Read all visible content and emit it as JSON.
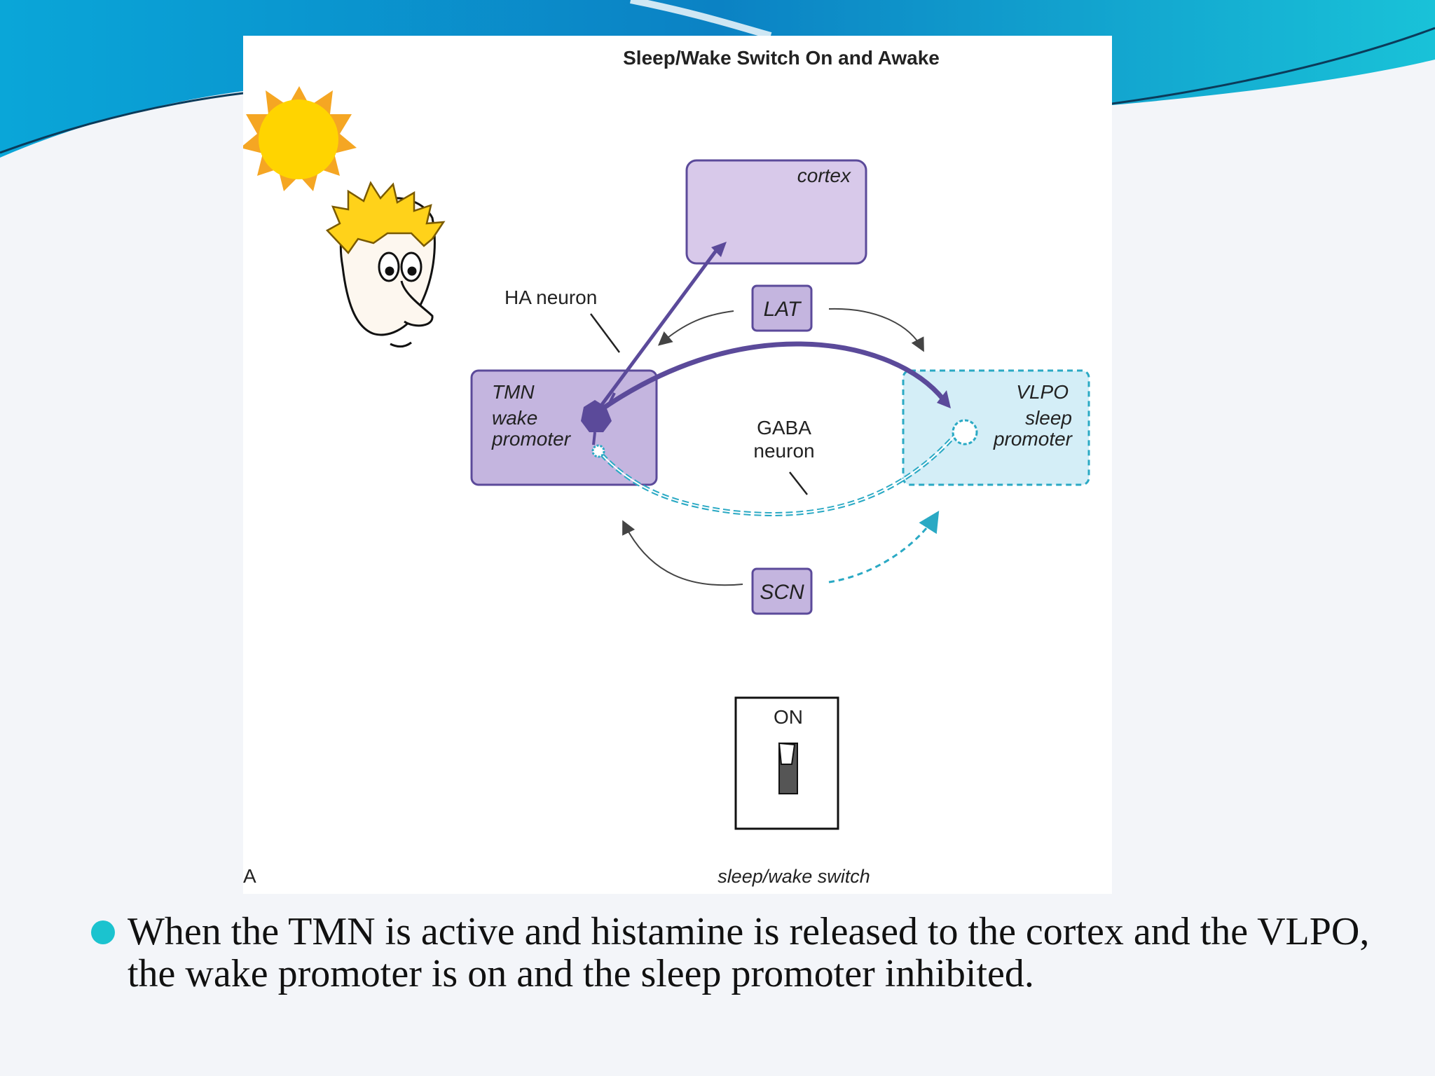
{
  "figure": {
    "title": "Sleep/Wake Switch On and Awake",
    "panel_label": "A",
    "labels": {
      "cortex": "cortex",
      "lat": "LAT",
      "scn": "SCN",
      "ha_neuron": "HA neuron",
      "tmn_line1": "TMN",
      "tmn_line2": "wake",
      "tmn_line3": "promoter",
      "vlpo_line1": "VLPO",
      "vlpo_line2": "sleep",
      "vlpo_line3": "promoter",
      "gaba_line1": "GABA",
      "gaba_line2": "neuron",
      "switch_state": "ON",
      "switch_caption": "sleep/wake switch"
    },
    "colors": {
      "purple_fill": "#c4b5df",
      "purple_stroke": "#5b4a9a",
      "cyan_fill": "#d4eef7",
      "cyan_stroke": "#2aa9c4",
      "sun": "#ffd400",
      "sun_rays": "#f5a623",
      "theme_blue": "#0a8fcf"
    },
    "icons": [
      "sun-icon",
      "face-icon",
      "light-switch-icon"
    ]
  },
  "caption": {
    "text": "When the TMN is active and histamine is released to the cortex and the VLPO, the wake promoter is on and the sleep promoter inhibited."
  }
}
